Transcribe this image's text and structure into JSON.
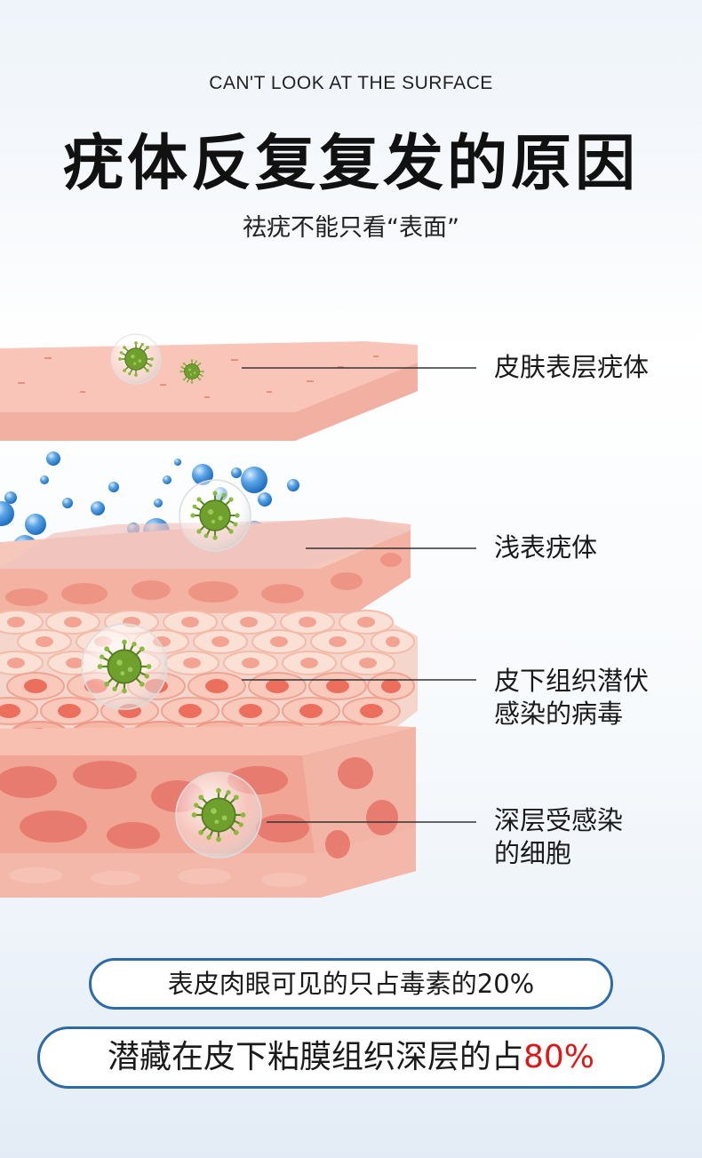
{
  "header": {
    "subtitle_en": "CAN'T LOOK AT THE SURFACE",
    "title": "疣体反复复发的原因",
    "subtitle_cn": "祛疣不能只看“表面”"
  },
  "layers": [
    {
      "label": "皮肤表层疣体"
    },
    {
      "label": "浅表疣体"
    },
    {
      "label_line1": "皮下组织潜伏",
      "label_line2": "感染的病毒"
    },
    {
      "label_line1": "深层受感染",
      "label_line2": "的细胞"
    }
  ],
  "facts": {
    "fact1": "表皮肉眼可见的只占毒素的20%",
    "fact2_text": "潜藏在皮下粘膜组织深层的占",
    "fact2_value": "80%"
  },
  "icons": {
    "virus": "virus-icon",
    "water": "water-droplet-icon"
  },
  "colors": {
    "skin": "#f4b3a5",
    "skin_dark": "#e99483",
    "cell": "#ef7e6f",
    "virus": "#6a9a2a",
    "droplet": "#3f8fd6",
    "pill_border": "#2d6aa8",
    "highlight": "#e01515"
  }
}
